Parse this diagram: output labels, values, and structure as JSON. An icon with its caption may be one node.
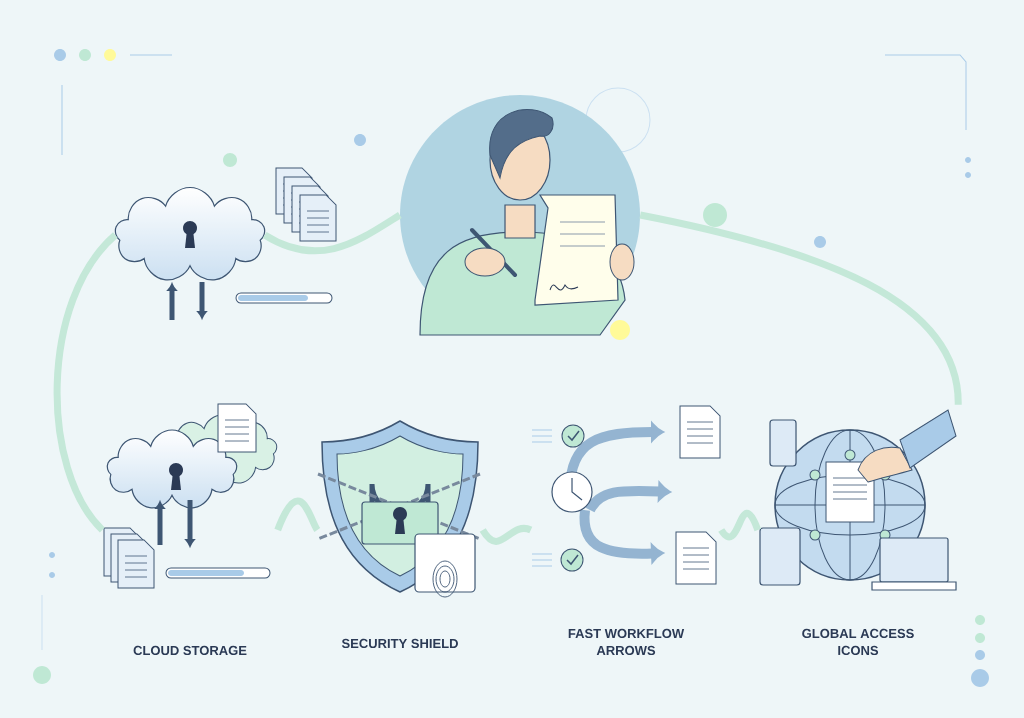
{
  "diagram": {
    "nodes": [
      {
        "text": [],
        "shape": "picture"
      },
      {
        "text": [],
        "shape": "cloud"
      },
      {
        "text": [
          "CLOUD STORAGE"
        ]
      },
      {
        "text": [
          "SECURITY SHIELD"
        ]
      },
      {
        "text": [
          "FAST WORKFLOW ARROWS"
        ]
      },
      {
        "text": [
          "GLOBAL ACCESS ICONS"
        ]
      }
    ],
    "edges": [
      {
        "from": 1,
        "to": 0,
        "arrow": "none"
      },
      {
        "from": 0,
        "to": 5,
        "arrow": "none"
      },
      {
        "from": 1,
        "to": 2,
        "arrow": "none"
      },
      {
        "from": 2,
        "to": 3,
        "arrow": "none"
      },
      {
        "from": 3,
        "to": 4,
        "arrow": "none"
      },
      {
        "from": 4,
        "to": 5,
        "arrow": "none"
      }
    ]
  }
}
